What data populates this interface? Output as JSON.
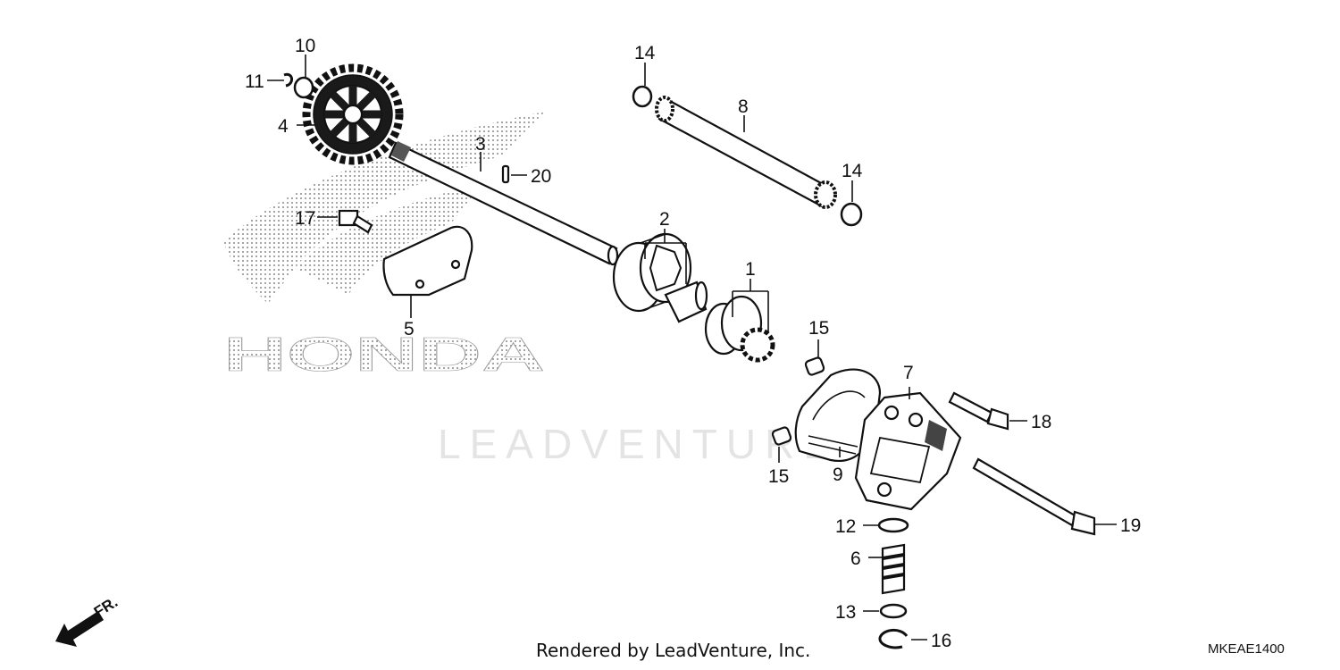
{
  "diagram_code": "MKEAE1400",
  "footer_text": "Rendered by LeadVenture, Inc.",
  "watermark_text": "LEADVENTURE",
  "logo_text": "HONDA",
  "direction_label": "FR.",
  "callouts": [
    "1",
    "2",
    "3",
    "4",
    "5",
    "6",
    "7",
    "8",
    "9",
    "10",
    "11",
    "12",
    "13",
    "14",
    "14",
    "15",
    "15",
    "16",
    "17",
    "18",
    "19",
    "20"
  ]
}
